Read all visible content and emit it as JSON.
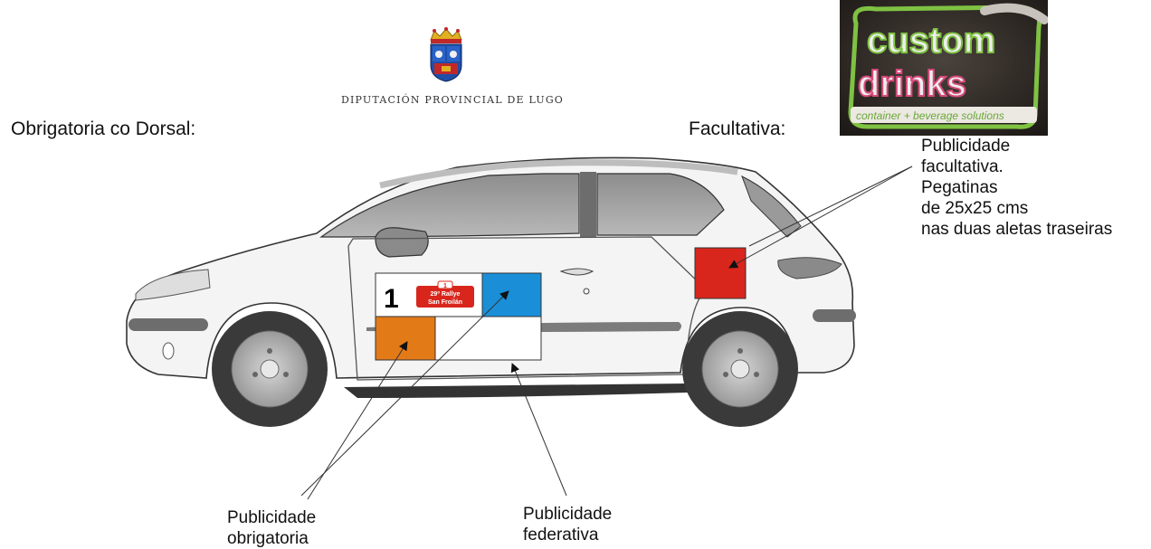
{
  "header": {
    "org_name": "DIPUTACIÓN PROVINCIAL DE LUGO",
    "left_heading": "Obrigatoria co Dorsal:",
    "right_heading": "Facultativa:"
  },
  "sponsor_logo": {
    "line1": "custom",
    "line2": "drinks",
    "tagline": "container + beverage solutions"
  },
  "dorsal": {
    "number": "1",
    "plate_number": "1",
    "plate_line1": "29º Rallye",
    "plate_line2": "San Froilán"
  },
  "callouts": {
    "facultativa": "Publicidade\nfacultativa.\nPegatinas\nde 25x25 cms\nnas duas aletas traseiras",
    "obrigatoria": "Publicidade\nobrigatoria",
    "federativa": "Publicidade\nfederativa"
  },
  "colors": {
    "facultativa_panel": "#d8261c",
    "blue_panel": "#1a8fd8",
    "orange_panel": "#e37a18",
    "plate_red": "#d8261c"
  },
  "icons": {
    "crest": "coat-of-arms-icon"
  }
}
